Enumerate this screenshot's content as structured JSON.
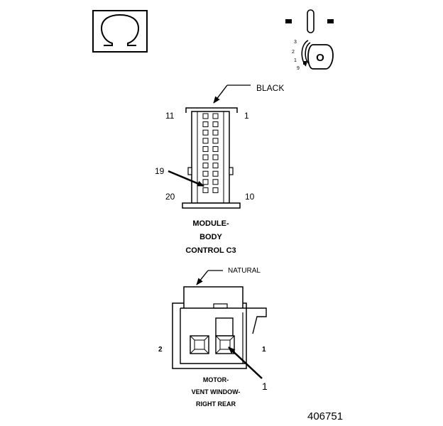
{
  "figure_id": "406751",
  "ignition": {
    "positions": [
      "3",
      "2",
      "1",
      "9"
    ],
    "key_label": "O"
  },
  "connector_c3": {
    "color": "BLACK",
    "pin_labels": {
      "top_left": "11",
      "top_right": "1",
      "bottom_left": "20",
      "bottom_right": "10"
    },
    "callout_pin": "19",
    "caption": [
      "MODULE-",
      "BODY",
      "CONTROL C3"
    ]
  },
  "connector_motor": {
    "color": "NATURAL",
    "pin_labels": {
      "left": "2",
      "right": "1"
    },
    "callout_pin": "1",
    "caption": [
      "MOTOR-",
      "VENT WINDOW-",
      "RIGHT REAR"
    ]
  },
  "icon_names": [
    "ohm-icon",
    "ignition-switch-icon",
    "key-icon"
  ]
}
